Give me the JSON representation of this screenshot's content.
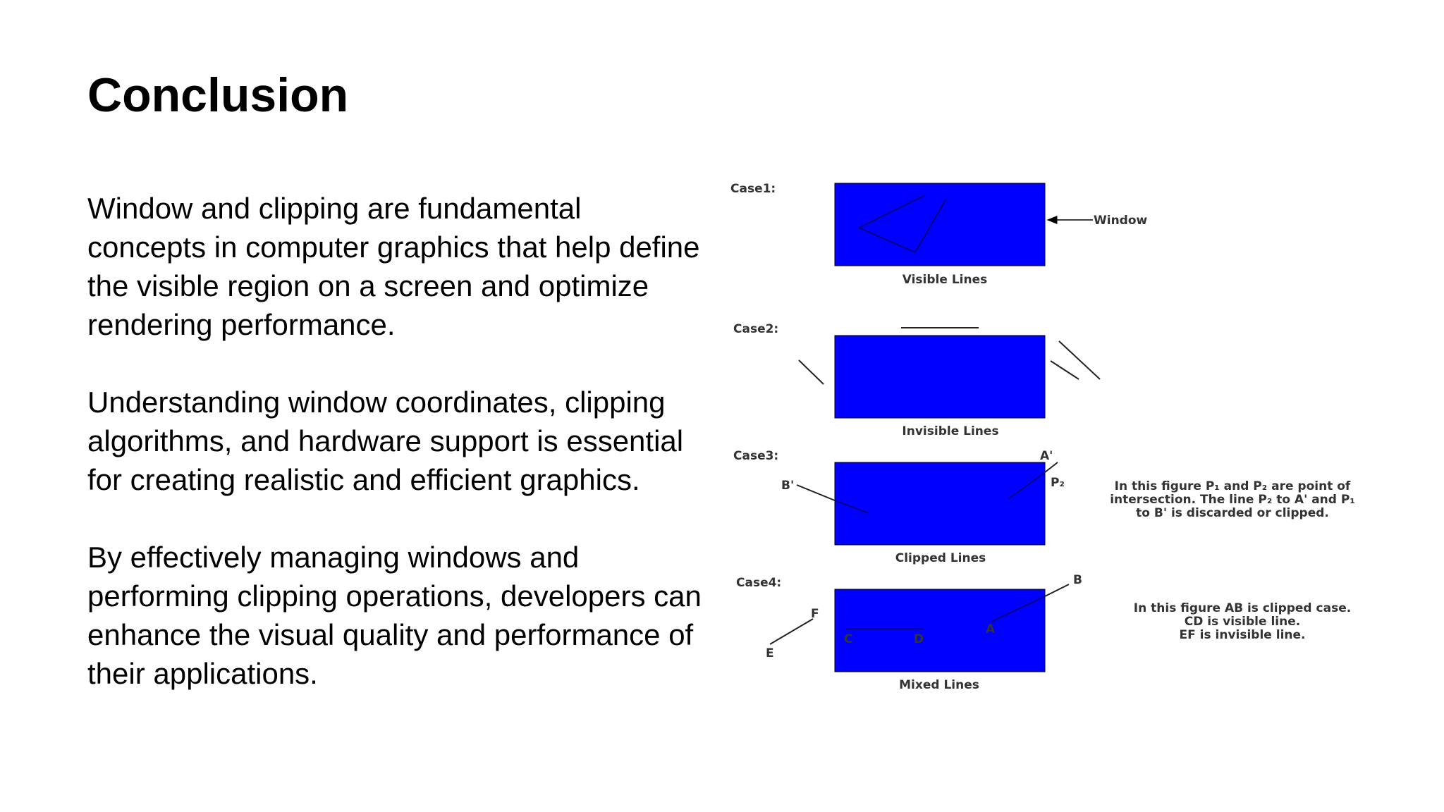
{
  "slide": {
    "title": "Conclusion",
    "paragraphs": [
      "Window and clipping are fundamental concepts in computer graphics that help define the visible region on a screen and optimize rendering performance.",
      "Understanding window coordinates, clipping algorithms, and hardware support is essential for creating realistic and efficient graphics.",
      "By effectively managing windows and performing clipping operations, developers can enhance the visual quality and performance of their applications."
    ]
  },
  "figure": {
    "window_color": "#0000ff",
    "cases": [
      {
        "label": "Case1:",
        "caption": "Visible Lines",
        "annotation": "Window"
      },
      {
        "label": "Case2:",
        "caption": "Invisible Lines"
      },
      {
        "label": "Case3:",
        "caption": "Clipped Lines",
        "points": {
          "a_prime": "A'",
          "b_prime": "B'",
          "p2": "P₂"
        },
        "note": [
          "In this figure P₁ and P₂ are point of",
          "intersection. The line P₂ to A' and P₁",
          "to B' is discarded or clipped."
        ]
      },
      {
        "label": "Case4:",
        "caption": "Mixed Lines",
        "points": {
          "a": "A",
          "b": "B",
          "c": "C",
          "d": "D",
          "e": "E",
          "f": "F"
        },
        "note": [
          "In this figure AB is clipped case.",
          "CD is visible line.",
          "EF is invisible line."
        ]
      }
    ]
  }
}
